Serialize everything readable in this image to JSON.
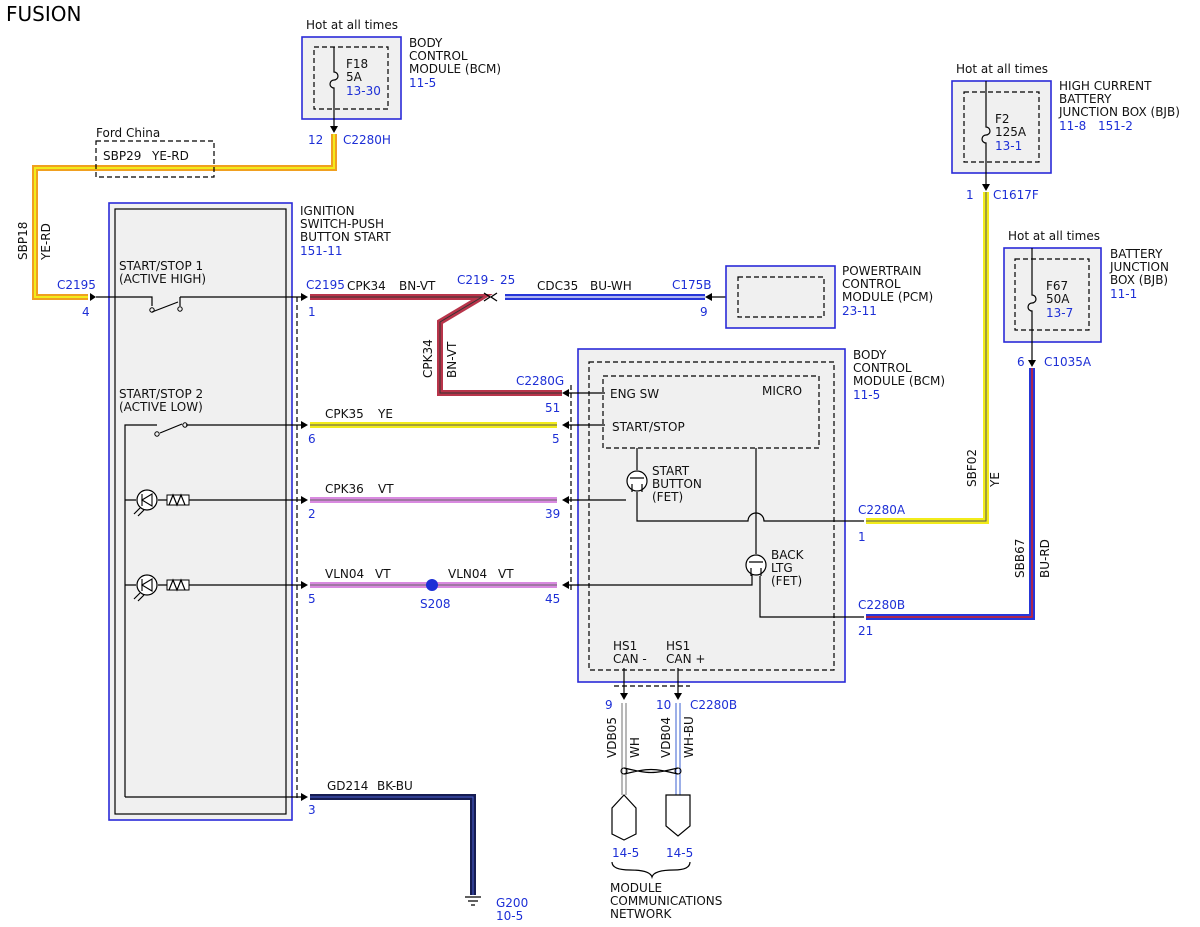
{
  "title": "FUSION",
  "hot_labels": [
    "Hot at all times",
    "Hot at all times",
    "Hot at all times"
  ],
  "modules": {
    "bcm_fuse": {
      "name_lines": [
        "BODY",
        "CONTROL",
        "MODULE (BCM)"
      ],
      "ref": "11-5",
      "fuse": "F18",
      "amps": "5A",
      "fuse_ref": "13-30"
    },
    "bjb_high": {
      "name_lines": [
        "HIGH CURRENT",
        "BATTERY",
        "JUNCTION BOX (BJB)"
      ],
      "ref1": "11-8",
      "ref2": "151-2",
      "fuse": "F2",
      "amps": "125A",
      "fuse_ref": "13-1"
    },
    "bjb": {
      "name_lines": [
        "BATTERY",
        "JUNCTION",
        "BOX (BJB)"
      ],
      "ref": "11-1",
      "fuse": "F67",
      "amps": "50A",
      "fuse_ref": "13-7"
    },
    "pcm": {
      "name_lines": [
        "POWERTRAIN",
        "CONTROL",
        "MODULE (PCM)"
      ],
      "ref": "23-11"
    },
    "bcm_main": {
      "name_lines": [
        "BODY",
        "CONTROL",
        "MODULE (BCM)"
      ],
      "ref": "11-5",
      "micro": "MICRO",
      "eng_sw": "ENG SW",
      "start_stop": "START/STOP",
      "start_button": [
        "START",
        "BUTTON",
        "(FET)"
      ],
      "back_ltg": [
        "BACK",
        "LTG",
        "(FET)"
      ],
      "can_minus": [
        "HS1",
        "CAN -"
      ],
      "can_plus": [
        "HS1",
        "CAN +"
      ]
    },
    "ignition": {
      "name_lines": [
        "IGNITION",
        "SWITCH-PUSH",
        "BUTTON START"
      ],
      "ref": "151-11",
      "sw1": [
        "START/STOP 1",
        "(ACTIVE HIGH)"
      ],
      "sw2": [
        "START/STOP 2",
        "(ACTIVE LOW)"
      ]
    }
  },
  "connectors": {
    "c2280h": "C2280H",
    "c2195_left": "C2195",
    "c2195": "C2195",
    "c219": "C219",
    "c219_pin": "25",
    "c175b": "C175B",
    "c2280g": "C2280G",
    "c1617f": "C1617F",
    "c1035a": "C1035A",
    "c2280a": "C2280A",
    "c2280b_r": "C2280B",
    "c2280b_bot": "C2280B"
  },
  "pins": {
    "p12": "12",
    "p4": "4",
    "p1": "1",
    "p9pcm": "9",
    "p51": "51",
    "p6": "6",
    "p5top": "5",
    "p2": "2",
    "p39": "39",
    "p5": "5",
    "p45": "45",
    "p3": "3",
    "p1a": "1",
    "p21": "21",
    "p1f": "1",
    "p6b": "6",
    "p9": "9",
    "p10": "10"
  },
  "circuits": {
    "sbp29": "SBP29",
    "sbp29_color": "YE-RD",
    "ford_china": "Ford China",
    "sbp18": "SBP18",
    "sbp18_color": "YE-RD",
    "cpk34": "CPK34",
    "cpk34_color": "BN-VT",
    "cpk34_v": "CPK34",
    "cpk34_v_color": "BN-VT",
    "cdc35": "CDC35",
    "cdc35_color": "BU-WH",
    "cpk35": "CPK35",
    "cpk35_color": "YE",
    "cpk36": "CPK36",
    "cpk36_color": "VT",
    "vln04a": "VLN04",
    "vln04a_color": "VT",
    "vln04b": "VLN04",
    "vln04b_color": "VT",
    "splice": "S208",
    "gd214": "GD214",
    "gd214_color": "BK-BU",
    "sbf02": "SBF02",
    "sbf02_color": "YE",
    "sbb67": "SBB67",
    "sbb67_color": "BU-RD",
    "vdb05": "VDB05",
    "vdb05_color": "WH",
    "vdb04": "VDB04",
    "vdb04_color": "WH-BU"
  },
  "ground": {
    "name": "G200",
    "ref": "10-5"
  },
  "network": {
    "ref_left": "14-5",
    "ref_right": "14-5",
    "name_lines": [
      "MODULE",
      "COMMUNICATIONS",
      "NETWORK"
    ]
  },
  "wire_colors": {
    "yellow": "#f2ec1b",
    "orange": "#f0a020",
    "red_brown": "#b8344a",
    "blue": "#2636d8",
    "violet": "#d98ae0",
    "dark_navy": "#161c52",
    "ref_blue": "#1d2fd6"
  }
}
